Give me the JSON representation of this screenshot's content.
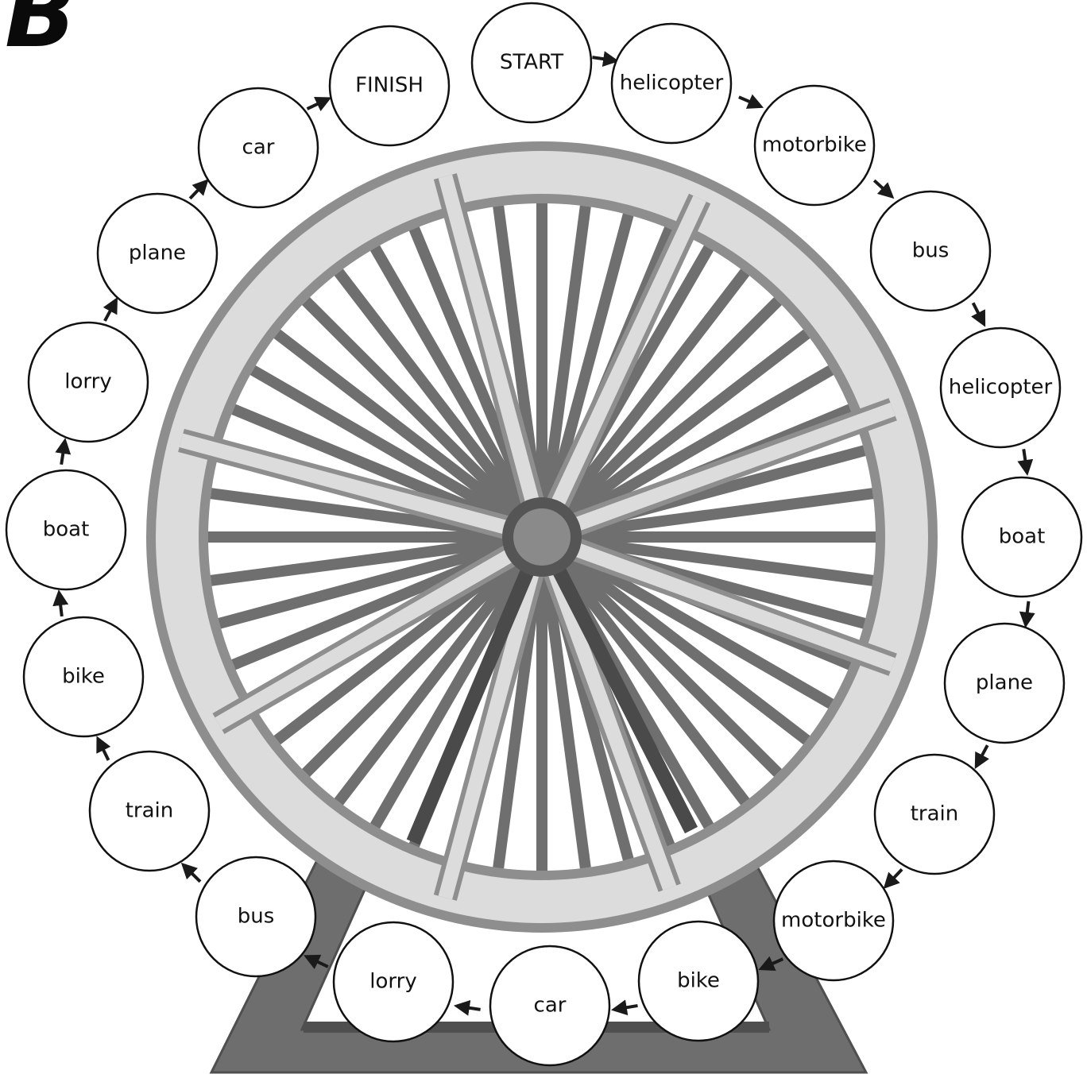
{
  "board_letter": "B",
  "colors": {
    "frame": "#6e6e6e",
    "frame_dark": "#4f4f4f",
    "rim_outer": "#8e8e8e",
    "rim_light": "#dcdcdc",
    "spoke": "#6f6f6f",
    "hub": "#555555",
    "hub_inner": "#8a8a8a",
    "circle_stroke": "#111111",
    "arrow": "#1a1a1a"
  },
  "track": [
    {
      "label": "START",
      "role": "start"
    },
    {
      "label": "helicopter"
    },
    {
      "label": "motorbike"
    },
    {
      "label": "bus"
    },
    {
      "label": "helicopter"
    },
    {
      "label": "boat"
    },
    {
      "label": "plane"
    },
    {
      "label": "train"
    },
    {
      "label": "motorbike"
    },
    {
      "label": "bike"
    },
    {
      "label": "car"
    },
    {
      "label": "lorry"
    },
    {
      "label": "bus"
    },
    {
      "label": "train"
    },
    {
      "label": "bike"
    },
    {
      "label": "boat"
    },
    {
      "label": "lorry"
    },
    {
      "label": "plane"
    },
    {
      "label": "car"
    },
    {
      "label": "FINISH",
      "role": "finish"
    }
  ]
}
